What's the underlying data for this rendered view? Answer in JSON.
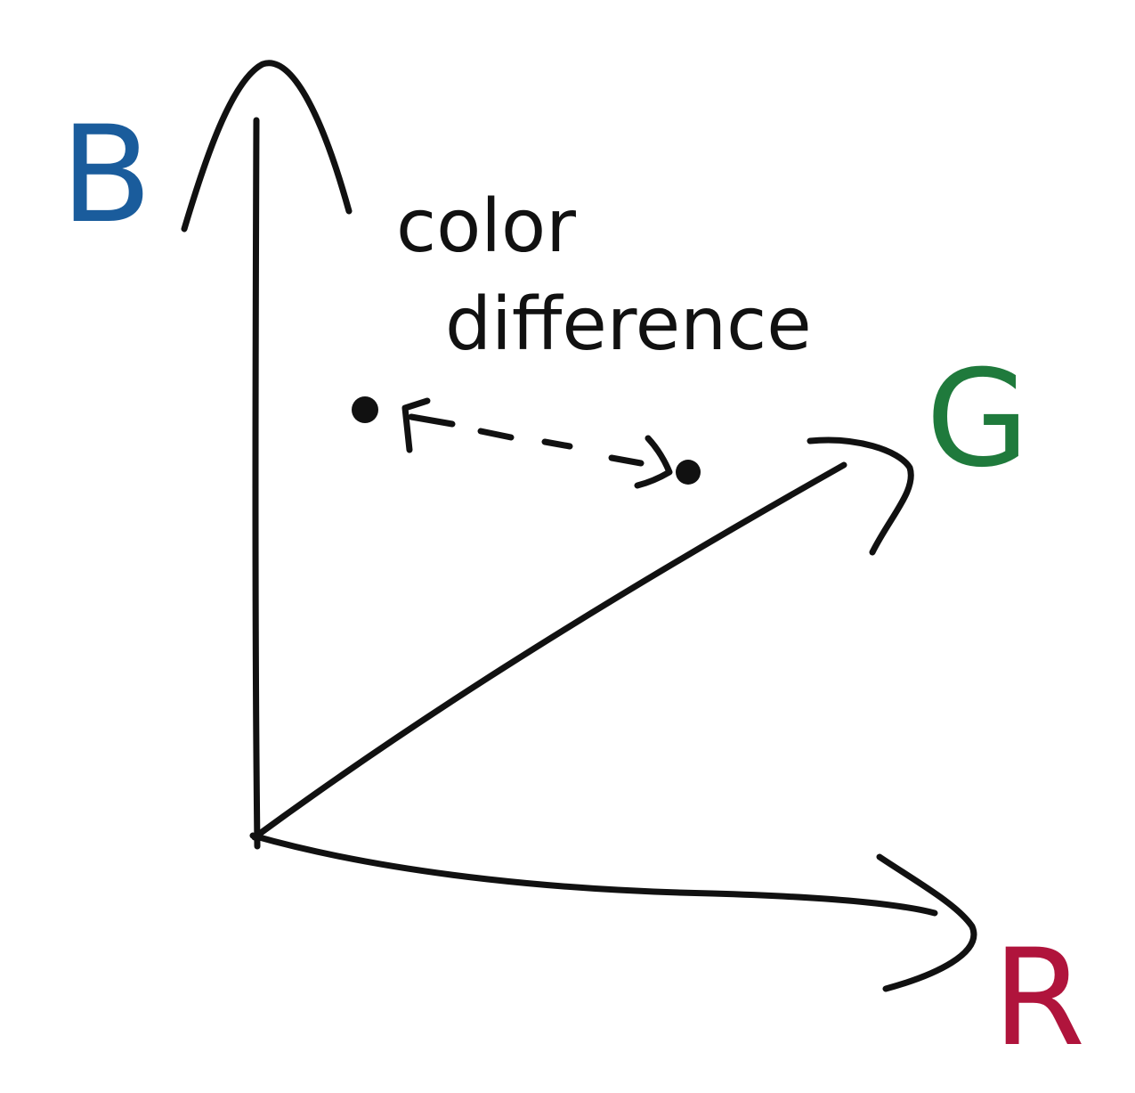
{
  "axes": {
    "blue": {
      "label": "B",
      "color": "#1a5c9c"
    },
    "green": {
      "label": "G",
      "color": "#1f7a3c"
    },
    "red": {
      "label": "R",
      "color": "#b0143c"
    }
  },
  "annotation": {
    "line1": "color",
    "line2": "difference"
  },
  "colors": {
    "ink": "#111111",
    "background": "#ffffff"
  }
}
